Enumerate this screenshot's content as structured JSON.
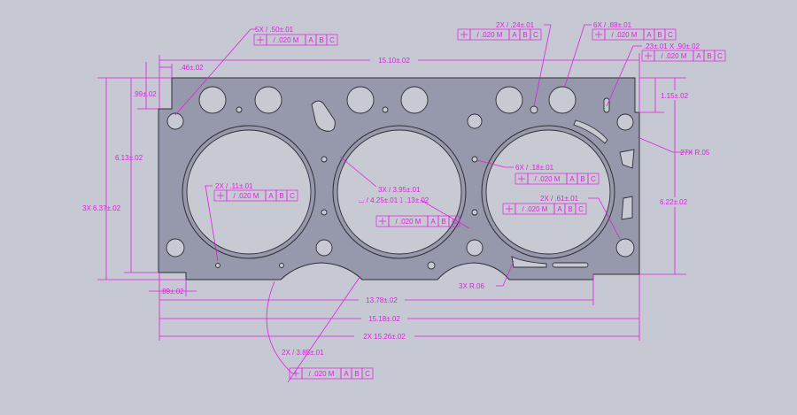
{
  "colors": {
    "background": "#c6c9d3",
    "gasket": "#9699ab",
    "dimension": "#e01ee0",
    "outline": "#2e2e36"
  },
  "fcf": {
    "symbol": "position-icon",
    "tolerance": "/ .020 M",
    "datums": [
      "A",
      "B",
      "C"
    ]
  },
  "callouts": {
    "top_left_holes": "5X / .50±.01",
    "small_hole_top": "2X / .24±.01",
    "bolt_holes": "6X / .88±.01",
    "slot": ".23±.01 X .90±.02",
    "small_hole_bottom": "2X / .11±.01",
    "bore": "3X / 3.95±.01",
    "counterbore": "⌴ / 4.25±.01 ↧ .13±.02",
    "water_holes": "6X / .18±.01",
    "corner_holes": "2X / .61±.01",
    "bottom_arcs": "2X / 3.85±.01",
    "radius_27": "27X R.05",
    "radius_3": "3X R.06"
  },
  "dimensions": {
    "overall_top": "15.10±.02",
    "left_step": ".46±.02",
    "left_step_height": ".99±.02",
    "height_613": "6.13±.02",
    "height_637": "3X 6.37±.02",
    "bottom_step": ".89±.02",
    "width_1378": "13.78±.02",
    "width_1518": "15.18±.02",
    "width_1526": "2X 15.26±.02",
    "right_step": "1.15±.02",
    "height_622": "6.22±.02"
  }
}
